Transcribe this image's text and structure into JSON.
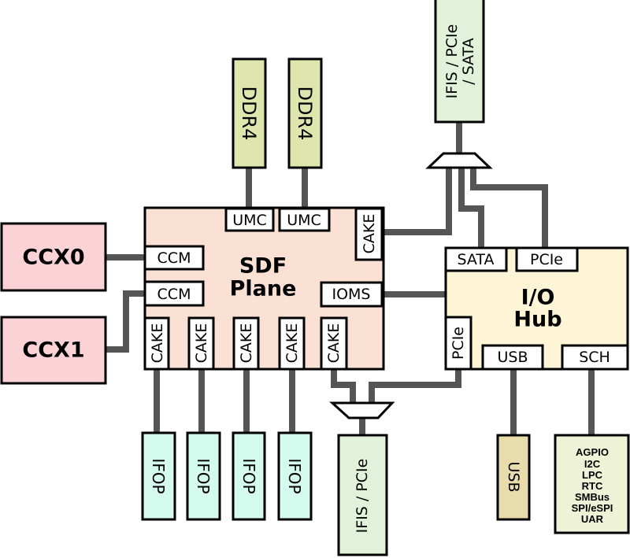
{
  "colors": {
    "sdf_plane": "#fbe1d4",
    "ccx": "#fbd3d7",
    "ddr4": "#dfe6ad",
    "ifis": "#e2f1d9",
    "io_hub": "#fdf5d5",
    "usb_ext": "#e9dcac",
    "sch_ext": "#eef3d8",
    "ifop": "#d5fbee",
    "wire": "#555555"
  },
  "sdf": {
    "title_line1": "SDF",
    "title_line2": "Plane",
    "umc": [
      "UMC",
      "UMC"
    ],
    "cake_top": "CAKE",
    "ccm": [
      "CCM",
      "CCM"
    ],
    "ioms": "IOMS",
    "cake_bottom": [
      "CAKE",
      "CAKE",
      "CAKE",
      "CAKE",
      "CAKE"
    ]
  },
  "ccx": [
    "CCX0",
    "CCX1"
  ],
  "ddr4": [
    "DDR4",
    "DDR4"
  ],
  "ifis_top": {
    "line1": "IFIS / PCIe",
    "line2": "/ SATA"
  },
  "io_hub": {
    "title_line1": "I/O",
    "title_line2": "Hub",
    "sata": "SATA",
    "pcie_top": "PCIe",
    "pcie_side": "PCIe",
    "usb": "USB",
    "sch": "SCH"
  },
  "ifis_bottom": "IFIS / PCIe",
  "usb_ext": "USB",
  "sch_ext": [
    "AGPIO",
    "I2C",
    "LPC",
    "RTC",
    "SMBus",
    "SPI/eSPI",
    "UAR"
  ],
  "ifop": [
    "IFOP",
    "IFOP",
    "IFOP",
    "IFOP"
  ]
}
